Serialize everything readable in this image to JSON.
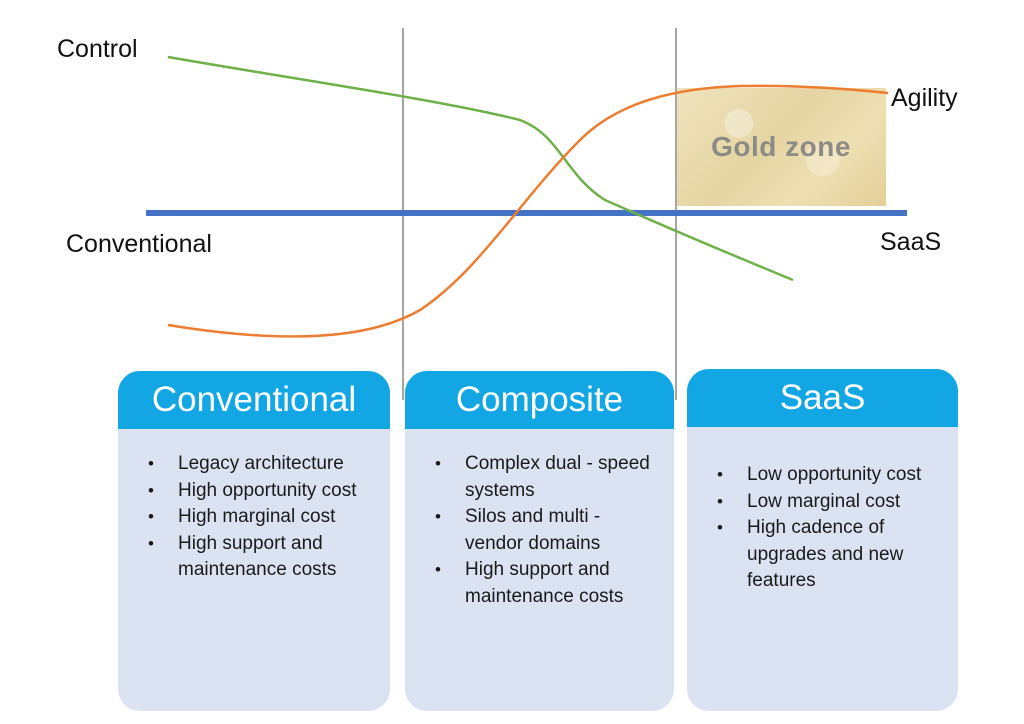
{
  "axes": {
    "top_left": "Control",
    "top_right": "Agility",
    "left": "Conventional",
    "right": "SaaS"
  },
  "gold_zone": {
    "label": "Gold zone",
    "color": "#e8d8a8"
  },
  "colors": {
    "control_curve": "#6fb04a",
    "agility_curve": "#ec7d31",
    "spectrum_axis": "#4472c4",
    "divider": "#a6a6a6",
    "card_header": "#13a6e4",
    "card_body": "#dbe2f1"
  },
  "cards": [
    {
      "title": "Conventional",
      "items": [
        "Legacy architecture",
        "High opportunity cost",
        "High marginal cost",
        "High support and maintenance costs"
      ]
    },
    {
      "title": "Composite",
      "items": [
        "Complex dual - speed systems",
        "Silos and multi - vendor domains",
        "High support and maintenance costs"
      ]
    },
    {
      "title": "SaaS",
      "items": [
        "Low opportunity cost",
        "Low marginal cost",
        "High cadence of upgrades and new features"
      ]
    }
  ]
}
